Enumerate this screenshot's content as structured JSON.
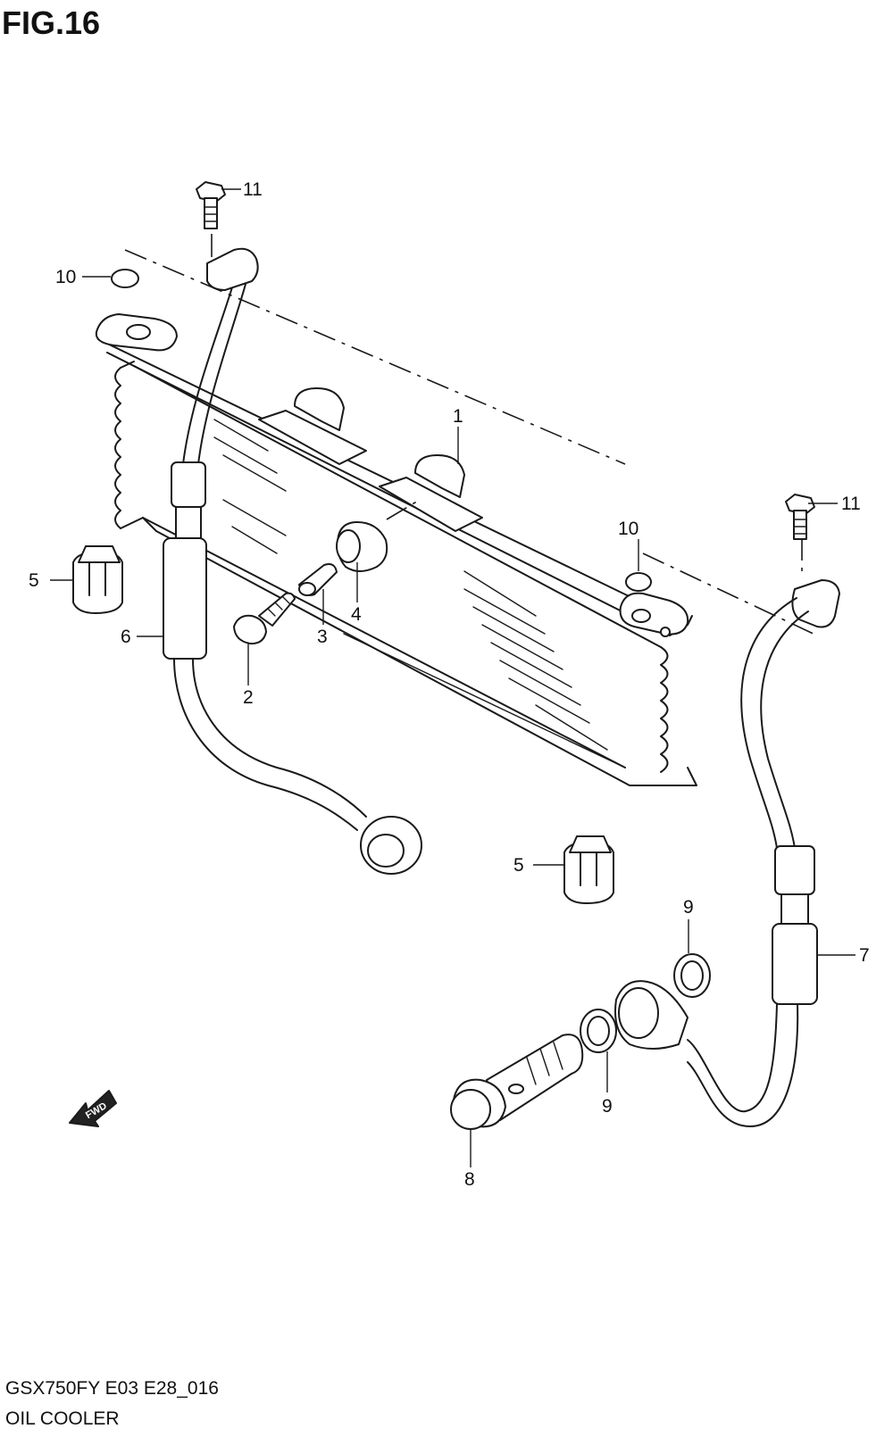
{
  "figure": {
    "title": "FIG.16"
  },
  "callouts": {
    "c1": "1",
    "c2": "2",
    "c3": "3",
    "c4": "4",
    "c5a": "5",
    "c5b": "5",
    "c6": "6",
    "c7": "7",
    "c8": "8",
    "c9a": "9",
    "c9b": "9",
    "c10a": "10",
    "c10b": "10",
    "c11a": "11",
    "c11b": "11"
  },
  "fwd_arrow": {
    "label": "FWD"
  },
  "footer": {
    "model_code": "GSX750FY E03 E28_016",
    "section_name": "OIL COOLER"
  }
}
